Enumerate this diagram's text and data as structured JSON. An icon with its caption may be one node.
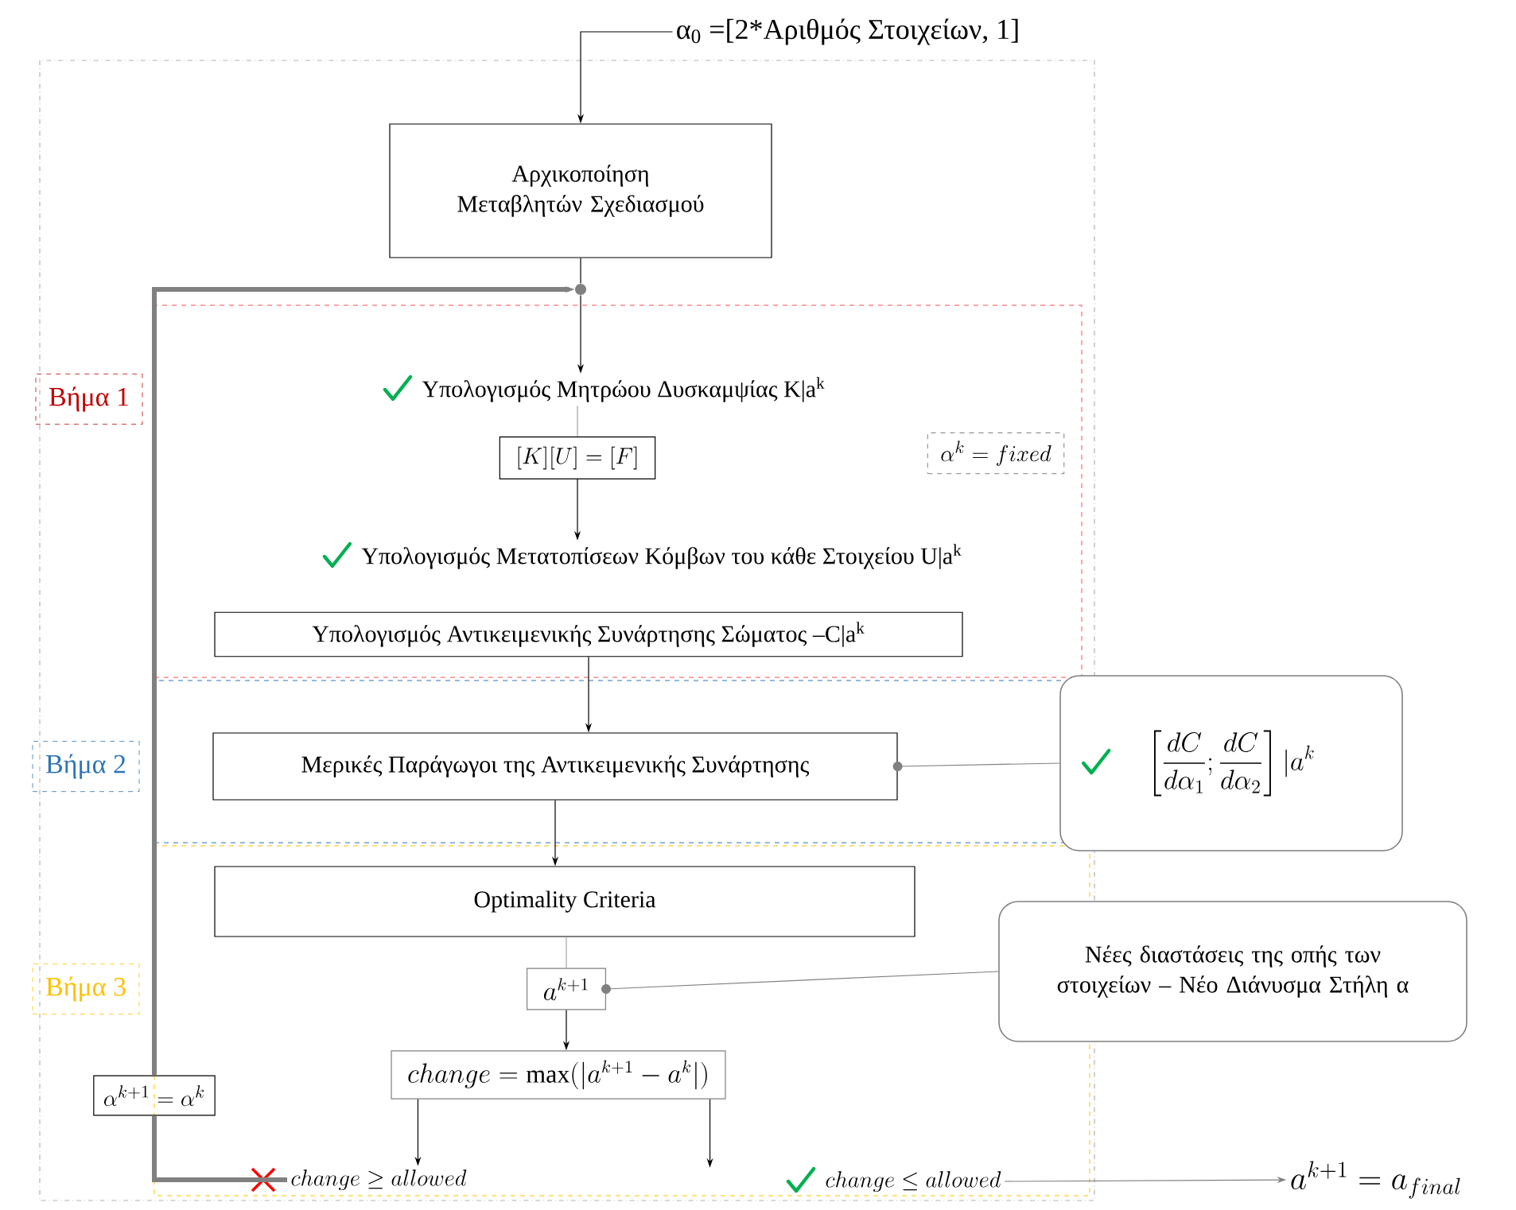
{
  "diagram": {
    "nodes": [
      {
        "text": [
          "α$_{0}$ =[2*Αριθμός Στοιχείων, 1]"
        ]
      },
      {
        "text": [
          "Αρχικοποίηση Μεταβλητών Σχεδιασμού"
        ]
      },
      {
        "text": [],
        "shape": "circle"
      },
      {
        "text": [
          "Βήμα 1"
        ]
      },
      {
        "text": [
          "Υπολογισμός Μητρώου Δυσκαμψίας K|a$^{k}$"
        ]
      },
      {
        "text": [
          "[K][U] = [F]"
        ]
      },
      {
        "text": [
          "\\alpha^{k} = fixed"
        ]
      },
      {
        "text": [
          "Υπολογισμός Μετατοπίσεων Κόμβων του κάθε Στοιχείου U|a$^{k}$"
        ]
      },
      {
        "text": [
          "Υπολογισμός Αντικειμενικής Συνάρτησης Σώματος –C|a$^{k}$"
        ]
      },
      {
        "text": [
          "Βήμα 2"
        ]
      },
      {
        "text": [
          "Μερικές Παράγωγοι της Αντικειμενικής Συνάρτησης"
        ]
      },
      {
        "text": [
          "\\left[\\frac{dC}{d\\alpha_1};\\frac{dC}{d\\alpha_2}\\right]|a^{k}"
        ]
      },
      {
        "text": [
          "Optimality Criteria"
        ]
      },
      {
        "text": [
          "Βήμα 3"
        ]
      },
      {
        "text": [
          "a^{k+1}"
        ]
      },
      {
        "text": [
          "Νέες διαστάσεις της οπής των στοιχείων – Νέο Διάνυσμα Στήλη α"
        ]
      },
      {
        "text": [
          "change = \\max(|a^{k+1} - a^{k}|)"
        ]
      },
      {
        "text": [
          "\\alpha^{k+1} = \\alpha^{k}"
        ]
      },
      {
        "text": [
          "change \\geq allowed"
        ]
      },
      {
        "text": [
          "change \\leq allowed"
        ]
      },
      {
        "text": [
          "a^{k+1} = a_{final}"
        ]
      }
    ],
    "edges": [
      {
        "from": 0,
        "to": 1,
        "arrow": "to"
      },
      {
        "from": 1,
        "to": 2,
        "arrow": "none"
      },
      {
        "from": 2,
        "to": 4,
        "arrow": "to"
      },
      {
        "from": 4,
        "to": 5,
        "arrow": "none",
        "color": "#a6a6a6"
      },
      {
        "from": 5,
        "to": 7,
        "arrow": "to"
      },
      {
        "from": 8,
        "to": 10,
        "arrow": "to"
      },
      {
        "from": 10,
        "to": 12,
        "arrow": "to"
      },
      {
        "from": 10,
        "to": 11,
        "arrow": "none",
        "color": "#808080"
      },
      {
        "from": 12,
        "to": 14,
        "arrow": "none",
        "color": "#a6a6a6"
      },
      {
        "from": 14,
        "to": 16,
        "arrow": "to"
      },
      {
        "from": 14,
        "to": 15,
        "arrow": "none",
        "color": "#808080"
      },
      {
        "from": 16,
        "to": 18,
        "arrow": "to"
      },
      {
        "from": 16,
        "to": 19,
        "arrow": "to"
      },
      {
        "from": 19,
        "to": 20,
        "arrow": "to",
        "color": "#808080"
      },
      {
        "from": 18,
        "to": 17,
        "arrow": "none",
        "style": "thick",
        "color": "#808080"
      },
      {
        "from": 17,
        "to": 2,
        "arrow": "to",
        "style": "thick",
        "color": "#808080"
      }
    ]
  }
}
